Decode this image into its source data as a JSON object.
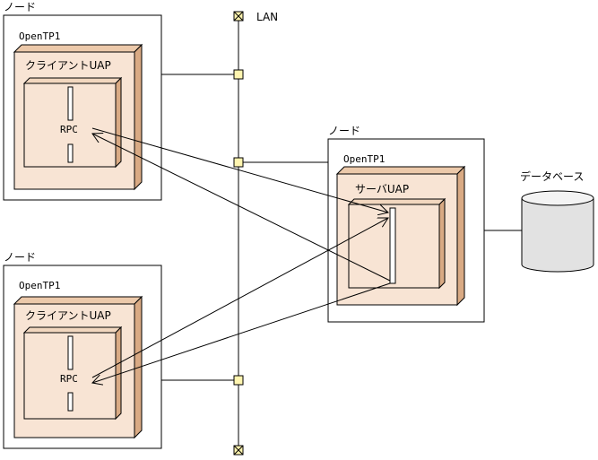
{
  "lan": {
    "label": "LAN"
  },
  "client_top": {
    "node_label": "ノード",
    "system_label": "OpenTP1",
    "uap_label": "クライアントUAP",
    "rpc_label": "RPC"
  },
  "client_bottom": {
    "node_label": "ノード",
    "system_label": "OpenTP1",
    "uap_label": "クライアントUAP",
    "rpc_label": "RPC"
  },
  "server": {
    "node_label": "ノード",
    "system_label": "OpenTP1",
    "uap_label": "サーバUAP"
  },
  "database": {
    "label": "データベース"
  },
  "colors": {
    "box_fill": "#f8e4d4",
    "box_side": "#d9aa84",
    "connector_fill": "#fff5b0",
    "db_fill": "#e2e2e2",
    "line": "#000000"
  }
}
